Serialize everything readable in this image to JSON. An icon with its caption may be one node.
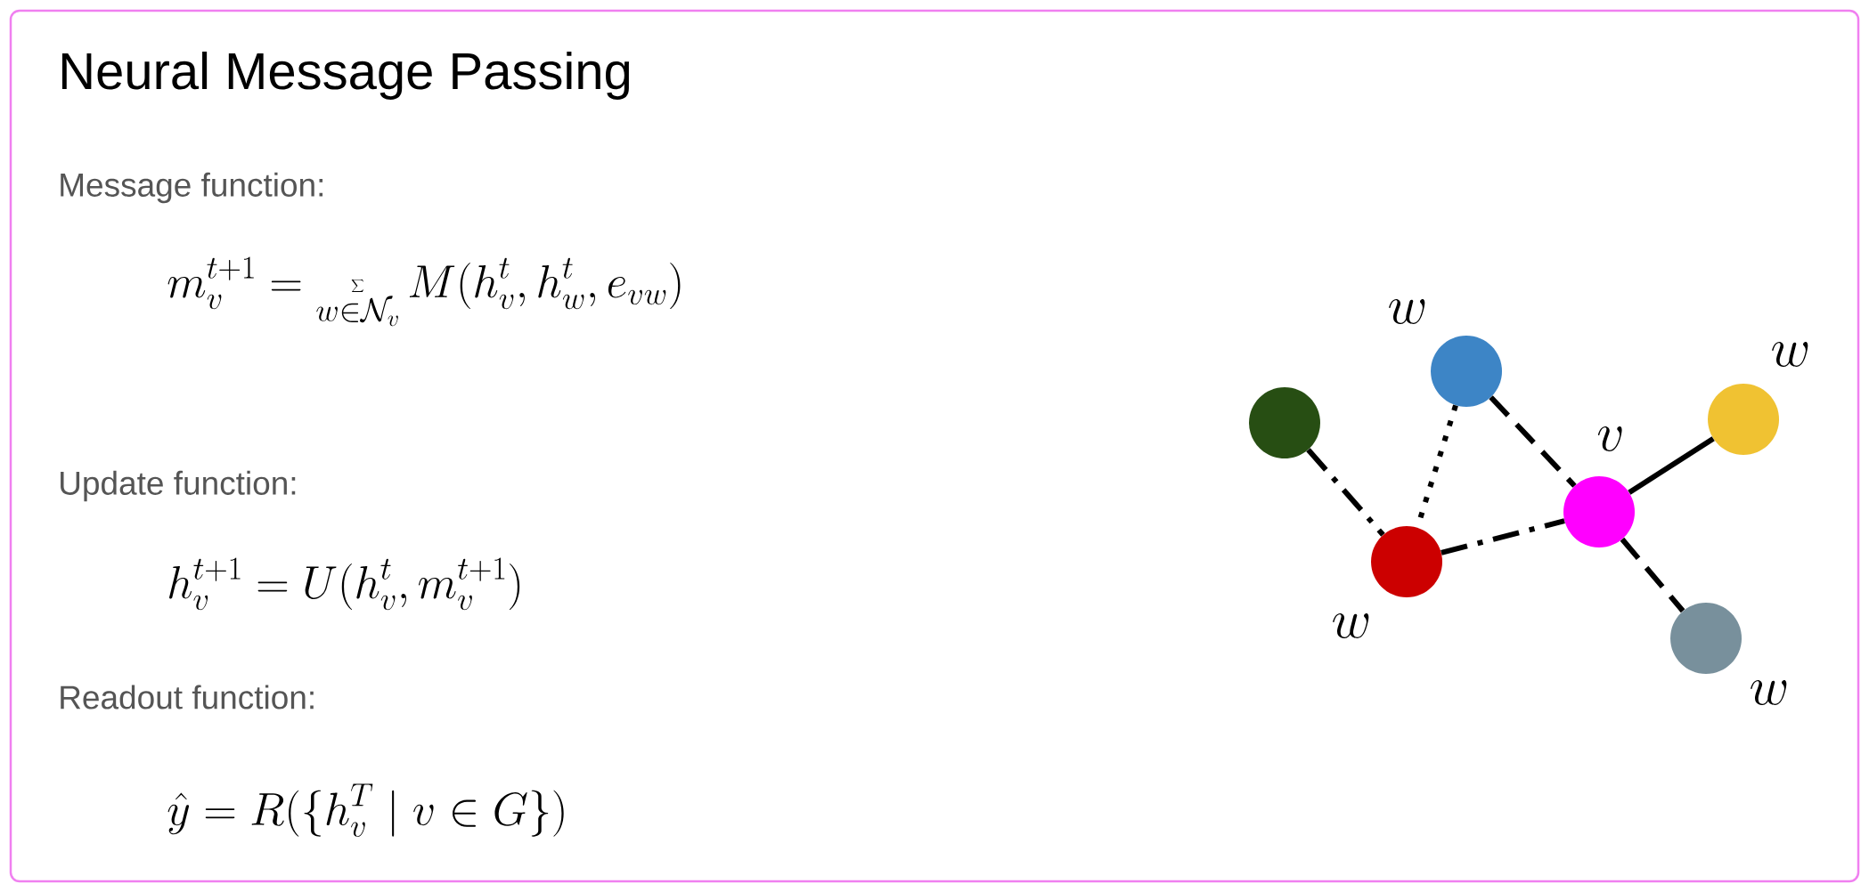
{
  "diagram": {
    "title": "Neural Message Passing",
    "nodes": [
      {
        "text": [],
        "shape": "circle",
        "beside": [
          "w"
        ]
      },
      {
        "text": [],
        "shape": "circle",
        "beside": [
          "w"
        ]
      },
      {
        "text": [],
        "shape": "circle"
      },
      {
        "text": [],
        "shape": "circle",
        "beside": [
          "v"
        ]
      },
      {
        "text": [],
        "shape": "circle",
        "beside": [
          "w"
        ]
      },
      {
        "text": [],
        "shape": "circle",
        "beside": [
          "w"
        ]
      }
    ],
    "edges": [
      {
        "from": 2,
        "to": 4,
        "arrow": "none",
        "style": "dashed"
      },
      {
        "from": 0,
        "to": 4,
        "arrow": "none",
        "style": "dashed"
      },
      {
        "from": 0,
        "to": 3,
        "arrow": "none",
        "style": "dashed"
      },
      {
        "from": 4,
        "to": 3,
        "arrow": "none",
        "style": "dashed"
      },
      {
        "from": 3,
        "to": 1,
        "arrow": "none"
      },
      {
        "from": 3,
        "to": 5,
        "arrow": "none",
        "style": "dashed"
      }
    ],
    "labels": [
      "Message function:",
      "m_v^{t+1} = \\sum_{w \\in \\mathcal{N}_v} M(h_v^t, h_w^t, e_{vw})",
      "Update function:",
      "h_v^{t+1} = U(h_v^t, m_v^{t+1})",
      "Readout function:",
      "\\hat{y} = R(\\{h_v^T \\mid v \\in G\\})"
    ]
  }
}
